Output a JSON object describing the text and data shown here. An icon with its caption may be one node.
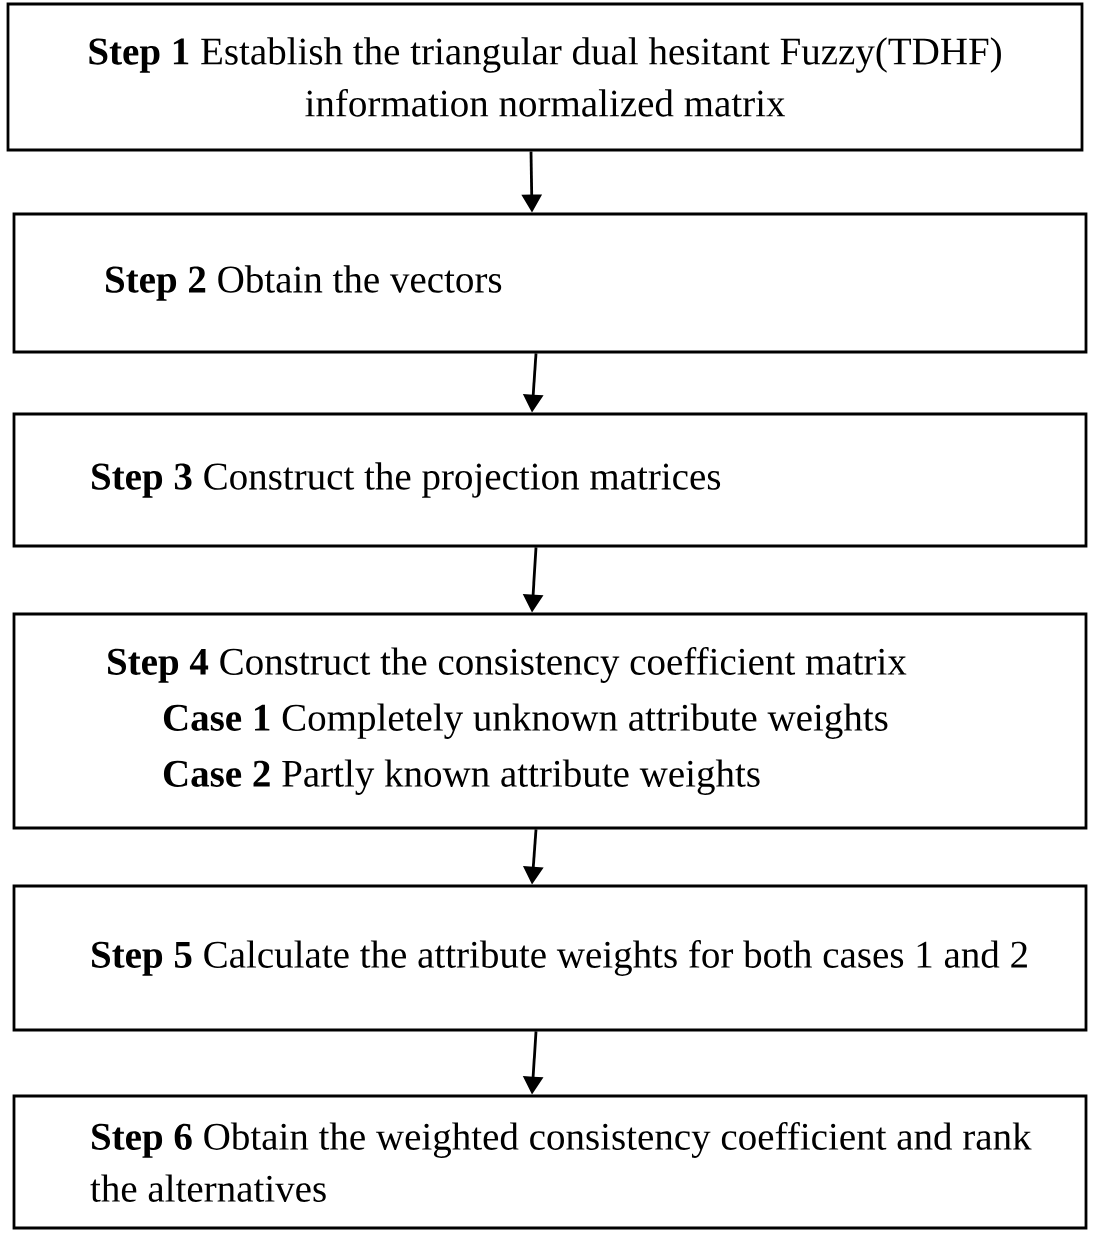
{
  "diagram": {
    "nodes": [
      {
        "text": [
          "**Step 1** Establish the triangular dual hesitant Fuzzy(TDHF) information  normalized matrix"
        ]
      },
      {
        "text": [
          "**Step 2** Obtain the vectors"
        ]
      },
      {
        "text": [
          "**Step 3** Construct the projection matrices"
        ]
      },
      {
        "text": [
          "**Step 4** Construct the consistency coefficient matrix",
          "**Case 1** Completely unknown attribute weights",
          "**Case 2**  Partly known attribute weights"
        ]
      },
      {
        "text": [
          "**Step 5**  Calculate the attribute weights for both cases 1 and 2"
        ]
      },
      {
        "text": [
          "**Step 6** Obtain the weighted consistency coefficient and rank the alternatives"
        ]
      }
    ],
    "edges": [
      {
        "from": 0,
        "to": 1,
        "arrow": "to"
      },
      {
        "from": 1,
        "to": 2,
        "arrow": "to"
      },
      {
        "from": 2,
        "to": 3,
        "arrow": "to"
      },
      {
        "from": 3,
        "to": 4,
        "arrow": "to"
      },
      {
        "from": 4,
        "to": 5,
        "arrow": "to"
      }
    ]
  }
}
